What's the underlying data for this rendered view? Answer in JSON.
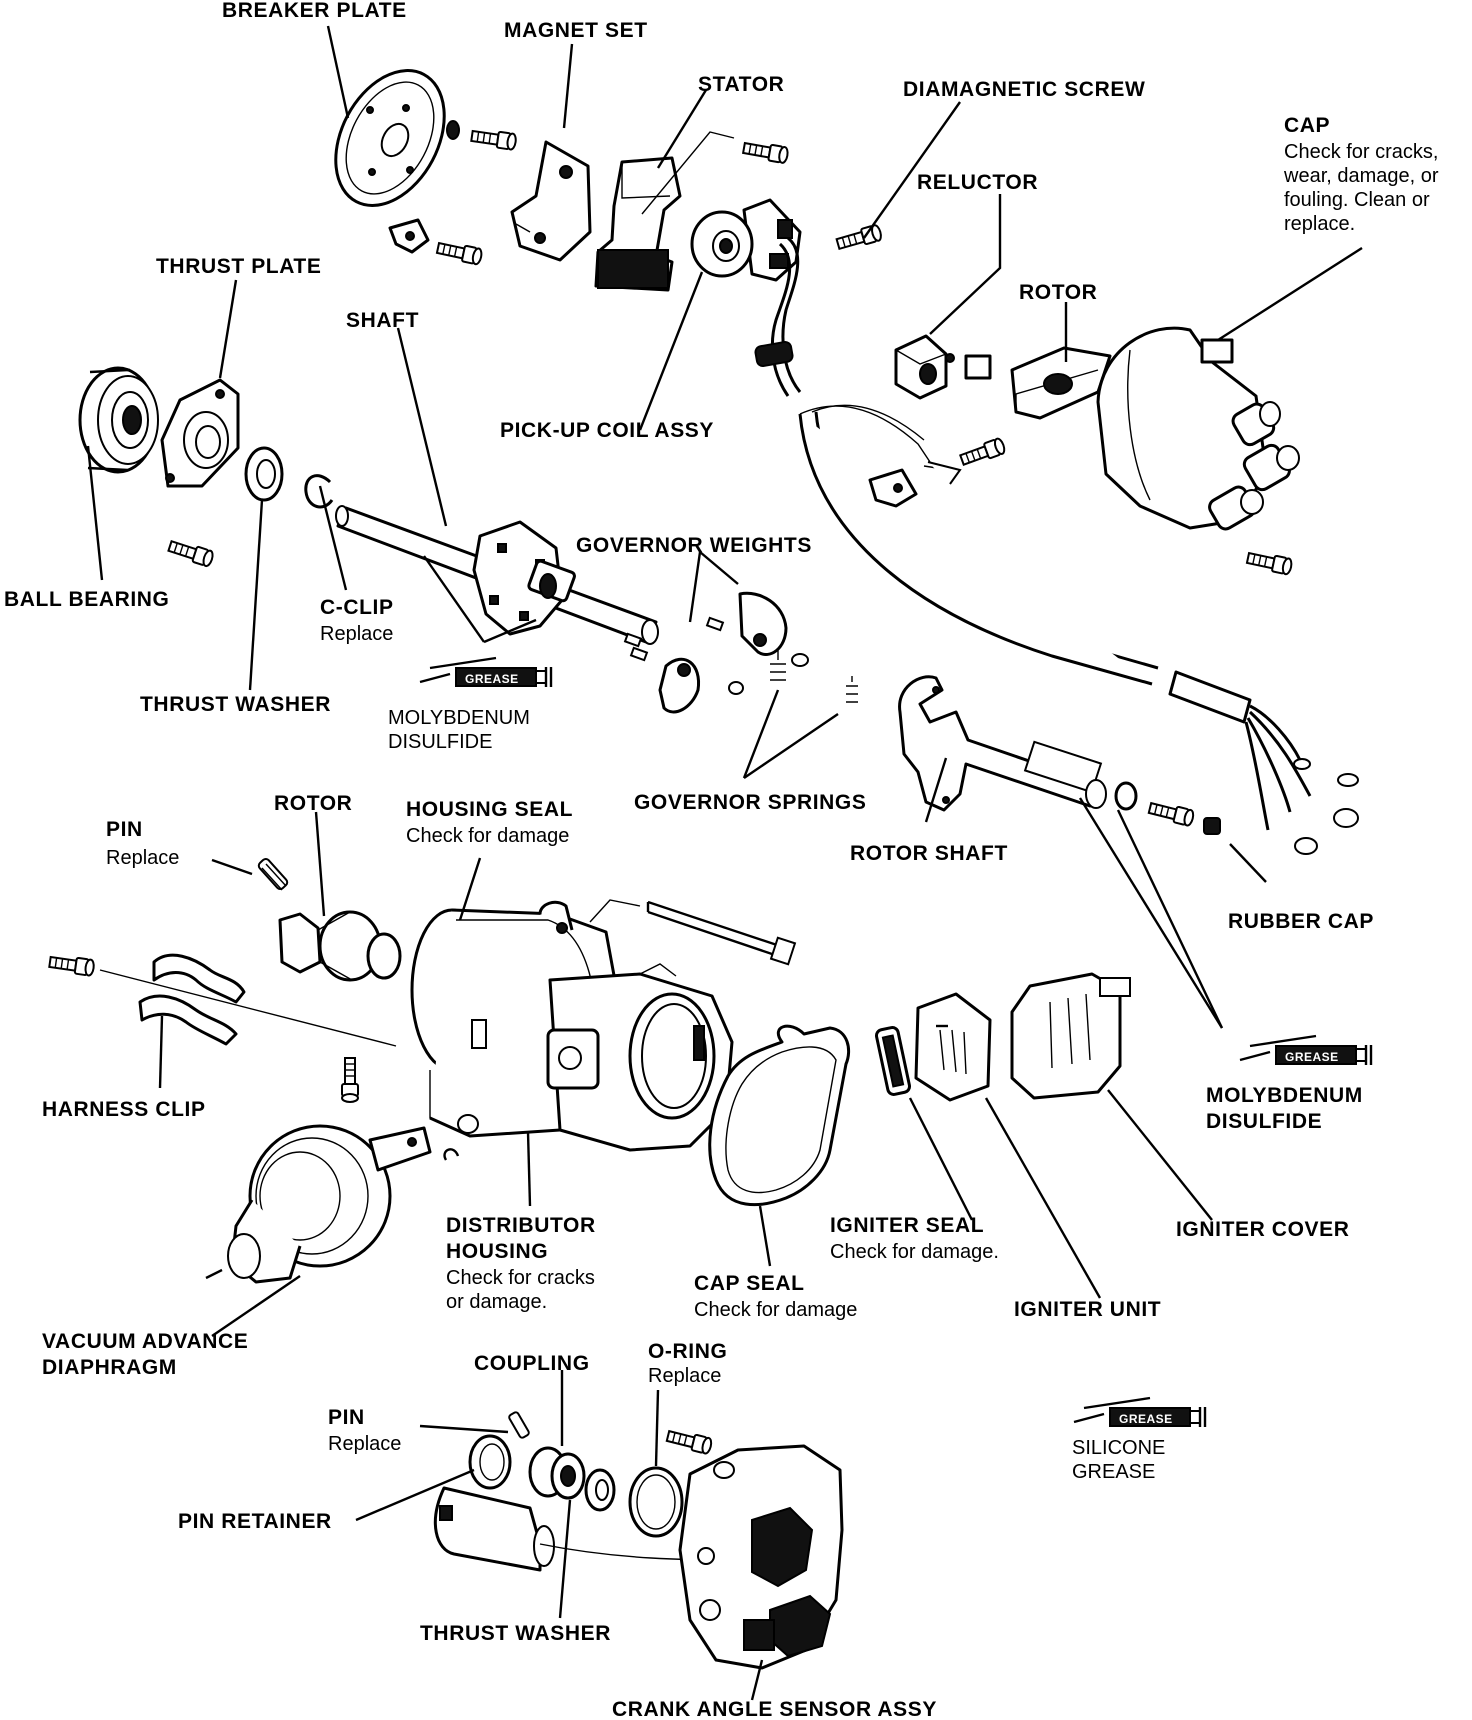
{
  "labels": {
    "breaker_plate": "BREAKER PLATE",
    "magnet_set": "MAGNET SET",
    "stator": "STATOR",
    "diamagnetic_screw": "DIAMAGNETIC SCREW",
    "cap": "CAP",
    "cap_note_1": "Check for cracks,",
    "cap_note_2": "wear, damage, or",
    "cap_note_3": "fouling.  Clean or",
    "cap_note_4": "replace.",
    "reluctor": "RELUCTOR",
    "rotor_top": "ROTOR",
    "thrust_plate": "THRUST PLATE",
    "shaft": "SHAFT",
    "pickup_coil": "PICK-UP COIL ASSY",
    "ball_bearing": "BALL BEARING",
    "c_clip": "C-CLIP",
    "c_clip_note": "Replace",
    "governor_weights": "GOVERNOR WEIGHTS",
    "thrust_washer_top": "THRUST WASHER",
    "moly_1_line1": "MOLYBDENUM",
    "moly_1_line2": "DISULFIDE",
    "governor_springs": "GOVERNOR SPRINGS",
    "pin_top": "PIN",
    "pin_top_note": "Replace",
    "rotor_mid": "ROTOR",
    "housing_seal": "HOUSING SEAL",
    "housing_seal_note": "Check for damage",
    "rotor_shaft": "ROTOR SHAFT",
    "rubber_cap": "RUBBER CAP",
    "harness_clip": "HARNESS CLIP",
    "moly_2_line1": "MOLYBDENUM",
    "moly_2_line2": "DISULFIDE",
    "distributor_housing_1": "DISTRIBUTOR",
    "distributor_housing_2": "HOUSING",
    "distributor_housing_note_1": "Check for cracks",
    "distributor_housing_note_2": "or damage.",
    "igniter_seal": "IGNITER SEAL",
    "igniter_seal_note": "Check for damage.",
    "igniter_cover": "IGNITER COVER",
    "cap_seal": "CAP SEAL",
    "cap_seal_note": "Check for damage",
    "igniter_unit": "IGNITER UNIT",
    "vacuum_advance_1": "VACUUM ADVANCE",
    "vacuum_advance_2": "DIAPHRAGM",
    "coupling": "COUPLING",
    "o_ring": "O-RING",
    "o_ring_note": "Replace",
    "silicone_1": "SILICONE",
    "silicone_2": "GREASE",
    "pin_bottom": "PIN",
    "pin_bottom_note": "Replace",
    "pin_retainer": "PIN RETAINER",
    "thrust_washer_bottom": "THRUST WASHER",
    "crank_angle_sensor": "CRANK ANGLE SENSOR ASSY"
  },
  "grease_tag": "GREASE",
  "icons": [
    "grease-gun-icon",
    "bolt-icon",
    "screw-icon"
  ]
}
